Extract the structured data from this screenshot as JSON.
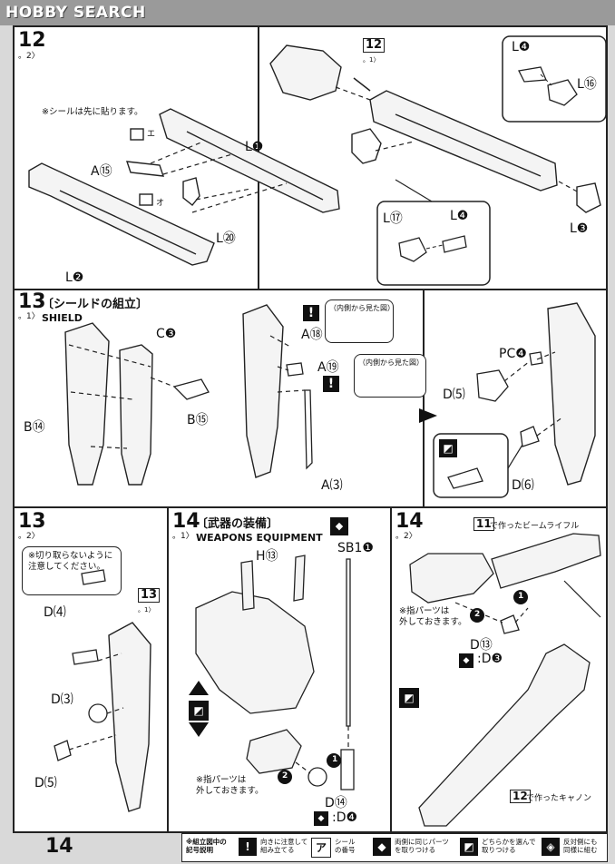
{
  "brand": "HOBBY SEARCH",
  "page_number": "14",
  "step12": {
    "num": "12",
    "sub": "。2〉",
    "note": "※シールは先に貼ります。",
    "ref_num": "12",
    "ref_sub": "。1〉",
    "labels": {
      "l1": "L❶",
      "a15": "A⑮",
      "l2": "L❷",
      "l21": "L⑳",
      "l4a": "L❹",
      "l16": "L⑯",
      "l3": "L❸",
      "l17": "L⑰",
      "l4b": "L❹",
      "e": "エ",
      "o": "オ"
    }
  },
  "step13_1": {
    "num": "13",
    "sub": "。1〉",
    "title_jp": "〔シールドの組立〕",
    "title_en": "SHIELD",
    "labels": {
      "c3": "C❸",
      "b14": "B⑭",
      "b15": "B⑮",
      "a18": "A⑱",
      "a19": "A⑲",
      "a23": "A⑶",
      "pc4": "PC❹",
      "d26": "D⑸",
      "d27": "D⑹"
    },
    "view_note_1": "（内側から見た図）",
    "view_note_2": "（内側から見た図）"
  },
  "step13_2": {
    "num": "13",
    "sub": "。2〉",
    "note": "※切り取らないように\n注意してください。",
    "ref_num": "13",
    "ref_sub": "。1〉",
    "labels": {
      "d24": "D⑷",
      "d23": "D⑶",
      "d25": "D⑸"
    }
  },
  "step14_1": {
    "num": "14",
    "sub": "。1〉",
    "title_jp": "〔武器の装備〕",
    "title_en": "WEAPONS EQUIPMENT",
    "labels": {
      "h13": "H⑬",
      "sb1": "SB1❶",
      "d14": "D⑭",
      "d4": ":D❹",
      "n1": "1",
      "n2": "2"
    },
    "note": "※指パーツは\n外しておきます。"
  },
  "step14_2": {
    "num": "14",
    "sub": "。2〉",
    "rifle_ref": "11",
    "rifle_caption": "で作ったビームライフル",
    "note": "※指パーツは\n外しておきます。",
    "labels": {
      "d13": "D⑬",
      "d3": ":D❸",
      "n1": "1",
      "n2": "2"
    },
    "cannon_ref": "12",
    "cannon_caption": "で作ったキャノン"
  },
  "legend": {
    "title": "※組立図中の\n記号説明",
    "items": [
      {
        "icon": "!",
        "text": "向きに注意して\n組み立てる"
      },
      {
        "icon": "ア",
        "text": "シール\nの番号"
      },
      {
        "icon": "◆",
        "text": "両側に同じパーツ\nを取りつける"
      },
      {
        "icon": "◩",
        "text": "どちらかを選んで\n取りつける"
      },
      {
        "icon": "◈",
        "text": "反対側にも\n同様に組む"
      }
    ]
  }
}
